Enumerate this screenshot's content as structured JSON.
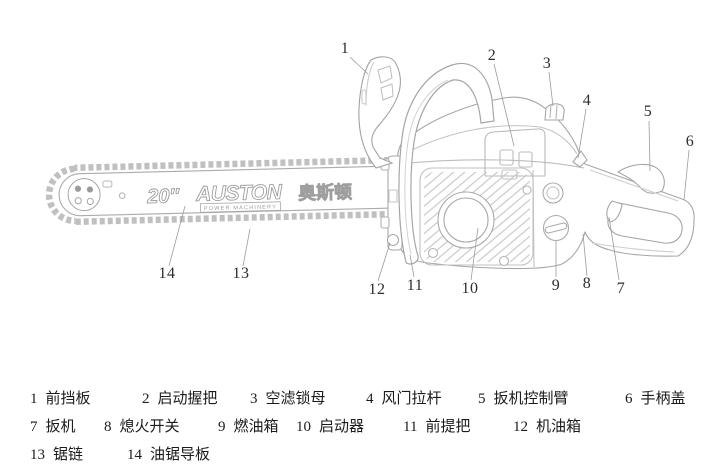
{
  "diagram": {
    "bar": {
      "size_text": "20″",
      "brand_en": "AUSTON",
      "brand_cn": "奥斯顿",
      "tagline": "POWER MACHINERY"
    },
    "callouts": [
      {
        "num": "1"
      },
      {
        "num": "2"
      },
      {
        "num": "3"
      },
      {
        "num": "4"
      },
      {
        "num": "5"
      },
      {
        "num": "6"
      },
      {
        "num": "7"
      },
      {
        "num": "8"
      },
      {
        "num": "9"
      },
      {
        "num": "10"
      },
      {
        "num": "11"
      },
      {
        "num": "12"
      },
      {
        "num": "13"
      },
      {
        "num": "14"
      }
    ]
  },
  "legend": {
    "items": [
      {
        "num": "1",
        "label": "前挡板"
      },
      {
        "num": "2",
        "label": "启动握把"
      },
      {
        "num": "3",
        "label": "空滤锁母"
      },
      {
        "num": "4",
        "label": "风门拉杆"
      },
      {
        "num": "5",
        "label": "扳机控制臂"
      },
      {
        "num": "6",
        "label": "手柄盖"
      },
      {
        "num": "7",
        "label": "扳机"
      },
      {
        "num": "8",
        "label": "熄火开关"
      },
      {
        "num": "9",
        "label": "燃油箱"
      },
      {
        "num": "10",
        "label": "启动器"
      },
      {
        "num": "11",
        "label": "前提把"
      },
      {
        "num": "12",
        "label": "机油箱"
      },
      {
        "num": "13",
        "label": "锯链"
      },
      {
        "num": "14",
        "label": "油锯导板"
      }
    ]
  },
  "colors": {
    "line": "#a6a6a6",
    "chain": "#c0c0c0",
    "text": "#1b1b1b"
  }
}
